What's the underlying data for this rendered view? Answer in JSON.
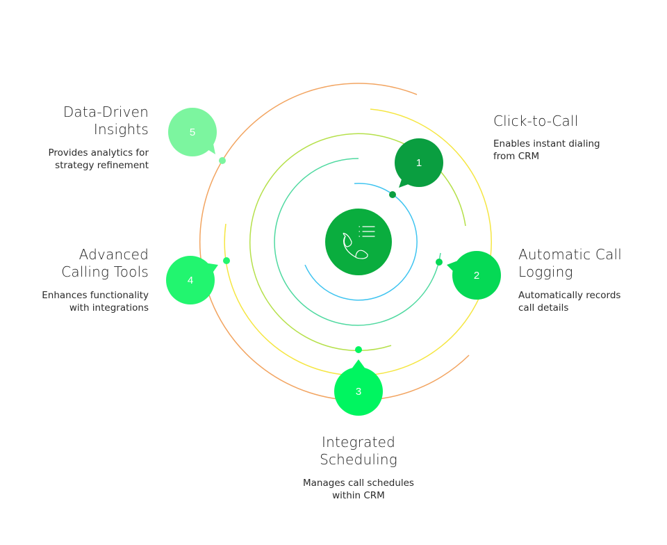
{
  "diagram": {
    "center_icon": "phone-list-icon",
    "center_color": "#0aad3e",
    "steps": [
      {
        "number": "1",
        "title_line1": "Click-to-Call",
        "title_line2": "",
        "desc_line1": "Enables instant dialing",
        "desc_line2": "from CRM",
        "color": "#0a9e40"
      },
      {
        "number": "2",
        "title_line1": "Automatic Call",
        "title_line2": "Logging",
        "desc_line1": "Automatically records",
        "desc_line2": "call details",
        "color": "#05d955"
      },
      {
        "number": "3",
        "title_line1": "Integrated",
        "title_line2": "Scheduling",
        "desc_line1": "Manages call schedules",
        "desc_line2": "within CRM",
        "color": "#00f560"
      },
      {
        "number": "4",
        "title_line1": "Advanced",
        "title_line2": "Calling Tools",
        "desc_line1": "Enhances functionality",
        "desc_line2": "with integrations",
        "color": "#22f56f"
      },
      {
        "number": "5",
        "title_line1": "Data-Driven",
        "title_line2": "Insights",
        "desc_line1": "Provides analytics for",
        "desc_line2": "strategy refinement",
        "color": "#7cf59f"
      }
    ],
    "arc_colors": {
      "blue": "#3fc4f0",
      "teal": "#4fd9a0",
      "yellow_green": "#b5e04a",
      "yellow": "#f5e642",
      "orange": "#f2a460"
    }
  }
}
